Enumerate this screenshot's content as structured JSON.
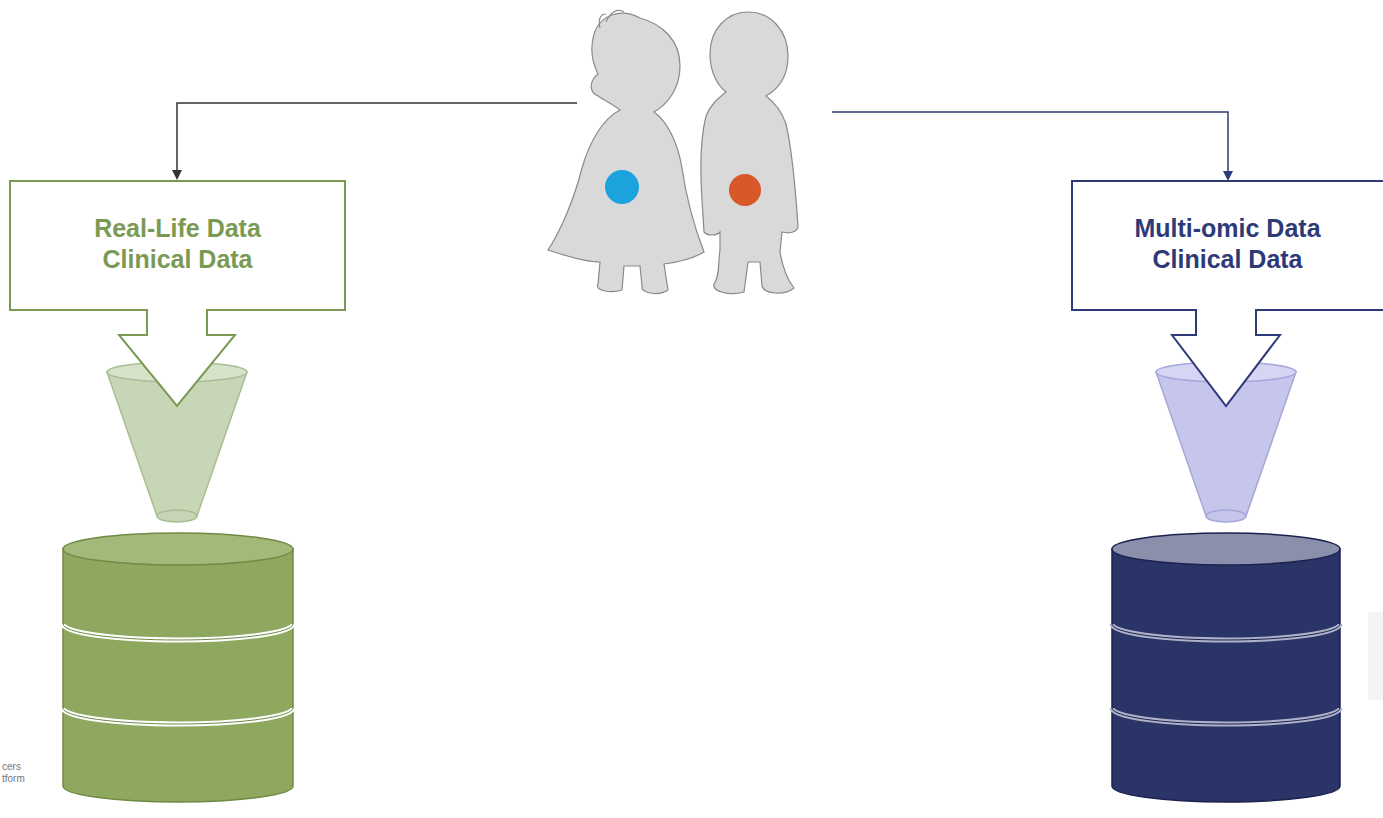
{
  "diagram": {
    "nodes": [
      {
        "text": [
          "Real-Life Data",
          "Clinical Data"
        ]
      },
      {
        "text": [
          "Multi-omic Data",
          "Clinical Data"
        ]
      }
    ],
    "labels": [
      "cers",
      "tform"
    ]
  }
}
